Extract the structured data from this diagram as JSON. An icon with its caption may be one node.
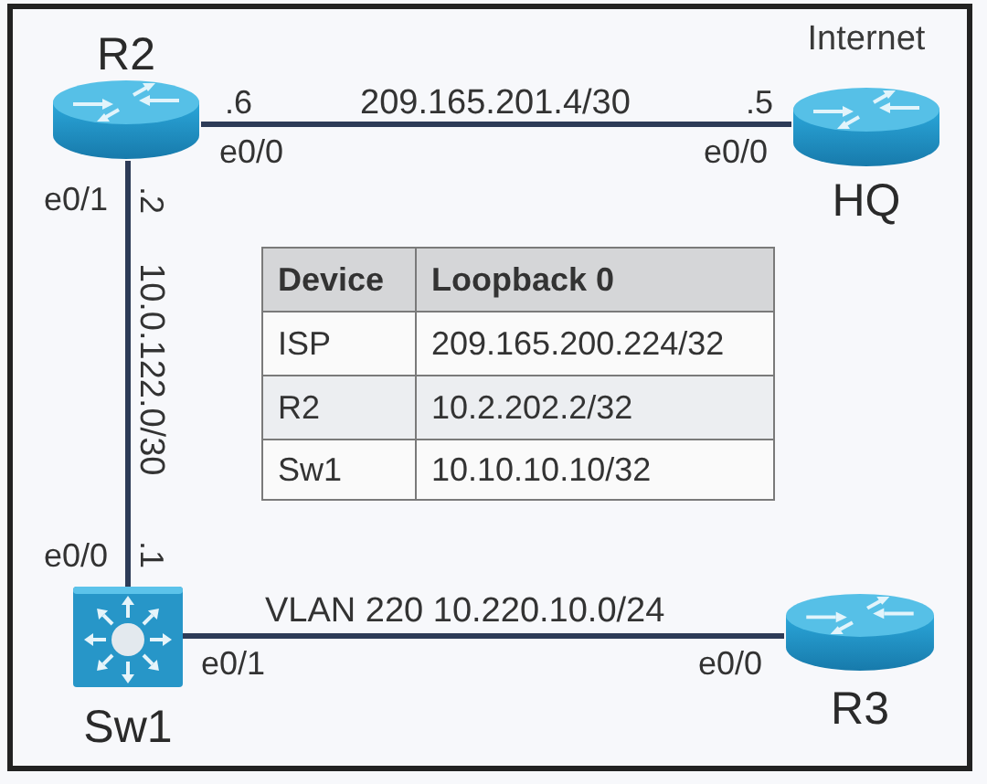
{
  "diagram": {
    "nodes": [
      {
        "text": [
          "R2"
        ]
      },
      {
        "text": [
          "HQ"
        ],
        "beside": [
          "Internet"
        ]
      },
      {
        "text": [
          "Sw1"
        ]
      },
      {
        "text": [
          "R3"
        ]
      }
    ],
    "edges": [
      {
        "from": 0,
        "to": 1,
        "arrow": "none",
        "label": "209.165.201.4/30"
      },
      {
        "from": 0,
        "to": 2,
        "arrow": "none",
        "label": "10.0.122.0/30"
      },
      {
        "from": 2,
        "to": 3,
        "arrow": "none",
        "label": "VLAN 220 10.220.10.0/24"
      }
    ],
    "labels": [
      ".6",
      ".5",
      "e0/0",
      "e0/0",
      "e0/1",
      ".2",
      "Device",
      "Loopback 0",
      "ISP",
      "209.165.200.224/32",
      "R2",
      "10.2.202.2/32",
      "Sw1",
      "10.10.10.10/32",
      "e0/0",
      ".1",
      "e0/1",
      "e0/0"
    ]
  }
}
